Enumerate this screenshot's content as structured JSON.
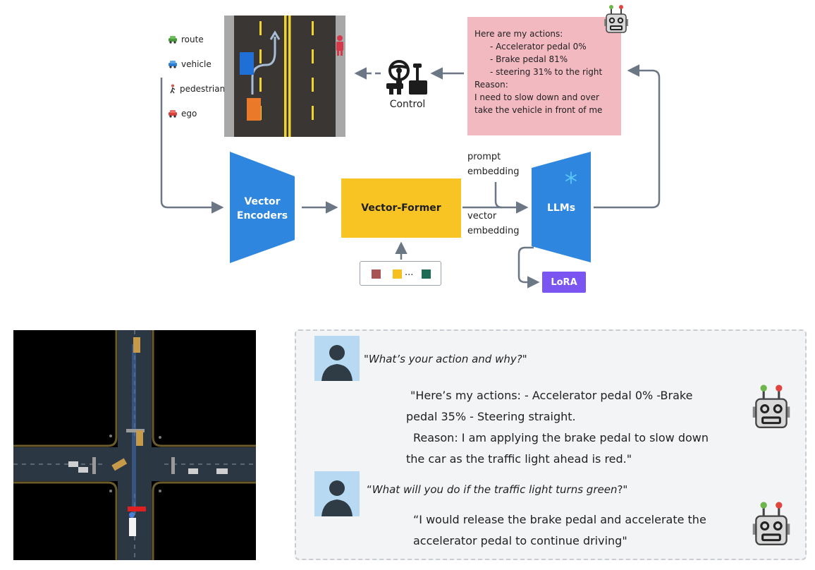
{
  "legend": {
    "route": "route",
    "vehicle": "vehicle",
    "pedestrian": "pedestrian",
    "ego": "ego"
  },
  "control_label": "Control",
  "response": {
    "heading": "Here are my actions:",
    "actions": [
      "- Accelerator pedal 0%",
      "- Brake pedal 81%",
      "- steering 31% to the right"
    ],
    "reason_heading": "Reason:",
    "reason_lines": [
      "I need to slow down and over",
      "take the vehicle in front of me"
    ]
  },
  "encoder": {
    "line1": "Vector",
    "line2": "Encoders"
  },
  "former_label": "Vector-Former",
  "token_ellipsis": "...",
  "prompt_label": {
    "line1": "prompt",
    "line2": "embedding"
  },
  "vector_label": {
    "line1": "vector",
    "line2": "embedding"
  },
  "llm_label": "LLMs",
  "lora_label": "LoRA",
  "chat": {
    "q1": "\"What’s your action and why?\"",
    "a1_lines": [
      "\"Here’s my actions: - Accelerator pedal 0%  -Brake",
      "pedal 35% - Steering straight.",
      "Reason: I am applying the brake pedal to slow down",
      "the car as the traffic light ahead is red.\""
    ],
    "q2_open": "“",
    "q2_italic": "What will you do if the traffic light turns green",
    "q2_close": "?\"",
    "a2_lines": [
      "“I would release the brake pedal and accelerate the",
      "accelerator pedal to continue driving\""
    ]
  },
  "colors": {
    "encoder_blue": "#2f86de",
    "llm_blue": "#2f86de",
    "former_yellow": "#f7c423",
    "response_pink": "#f2b9c1",
    "lora_purple": "#7a55f2",
    "arrow_gray": "#6b7785",
    "token_red": "#a85454",
    "token_yellow": "#f5c01e",
    "token_teal": "#1e6b55"
  },
  "icons": [
    "car-icon",
    "steering-wheel-icon",
    "robot-icon",
    "snowflake-icon",
    "user-avatar-icon",
    "pedestrian-icon"
  ]
}
